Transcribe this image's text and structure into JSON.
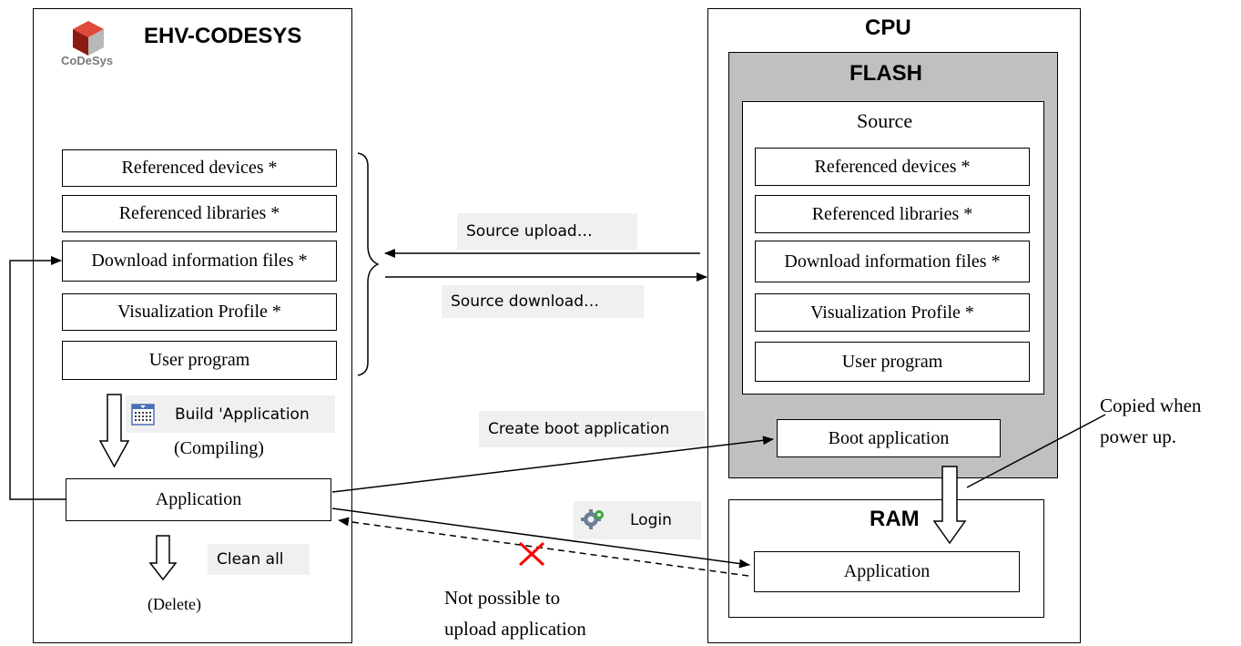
{
  "left_panel": {
    "title": "EHV-CODESYS",
    "logo_text": "CoDeSys",
    "items": [
      "Referenced devices *",
      "Referenced libraries *",
      "Download information files *",
      "Visualization Profile *",
      "User program"
    ],
    "build_label": "Build 'Application",
    "compiling_label": "(Compiling)",
    "application_label": "Application",
    "clean_label": "Clean all",
    "delete_label": "(Delete)"
  },
  "middle": {
    "source_upload": "Source upload…",
    "source_download": "Source download…",
    "create_boot": "Create boot application",
    "login": "Login",
    "not_possible_line1": "Not possible to",
    "not_possible_line2": "upload application"
  },
  "cpu": {
    "title": "CPU",
    "flash_title": "FLASH",
    "source_title": "Source",
    "items": [
      "Referenced devices *",
      "Referenced libraries *",
      "Download information files *",
      "Visualization Profile *",
      "User program"
    ],
    "boot_application": "Boot application",
    "ram_title": "RAM",
    "ram_application": "Application"
  },
  "annotation": {
    "line1": "Copied when",
    "line2": "power up."
  },
  "colors": {
    "flash_fill": "#c0c0c0",
    "button_fill": "#f0f0f0",
    "cross": "#ff0000"
  }
}
